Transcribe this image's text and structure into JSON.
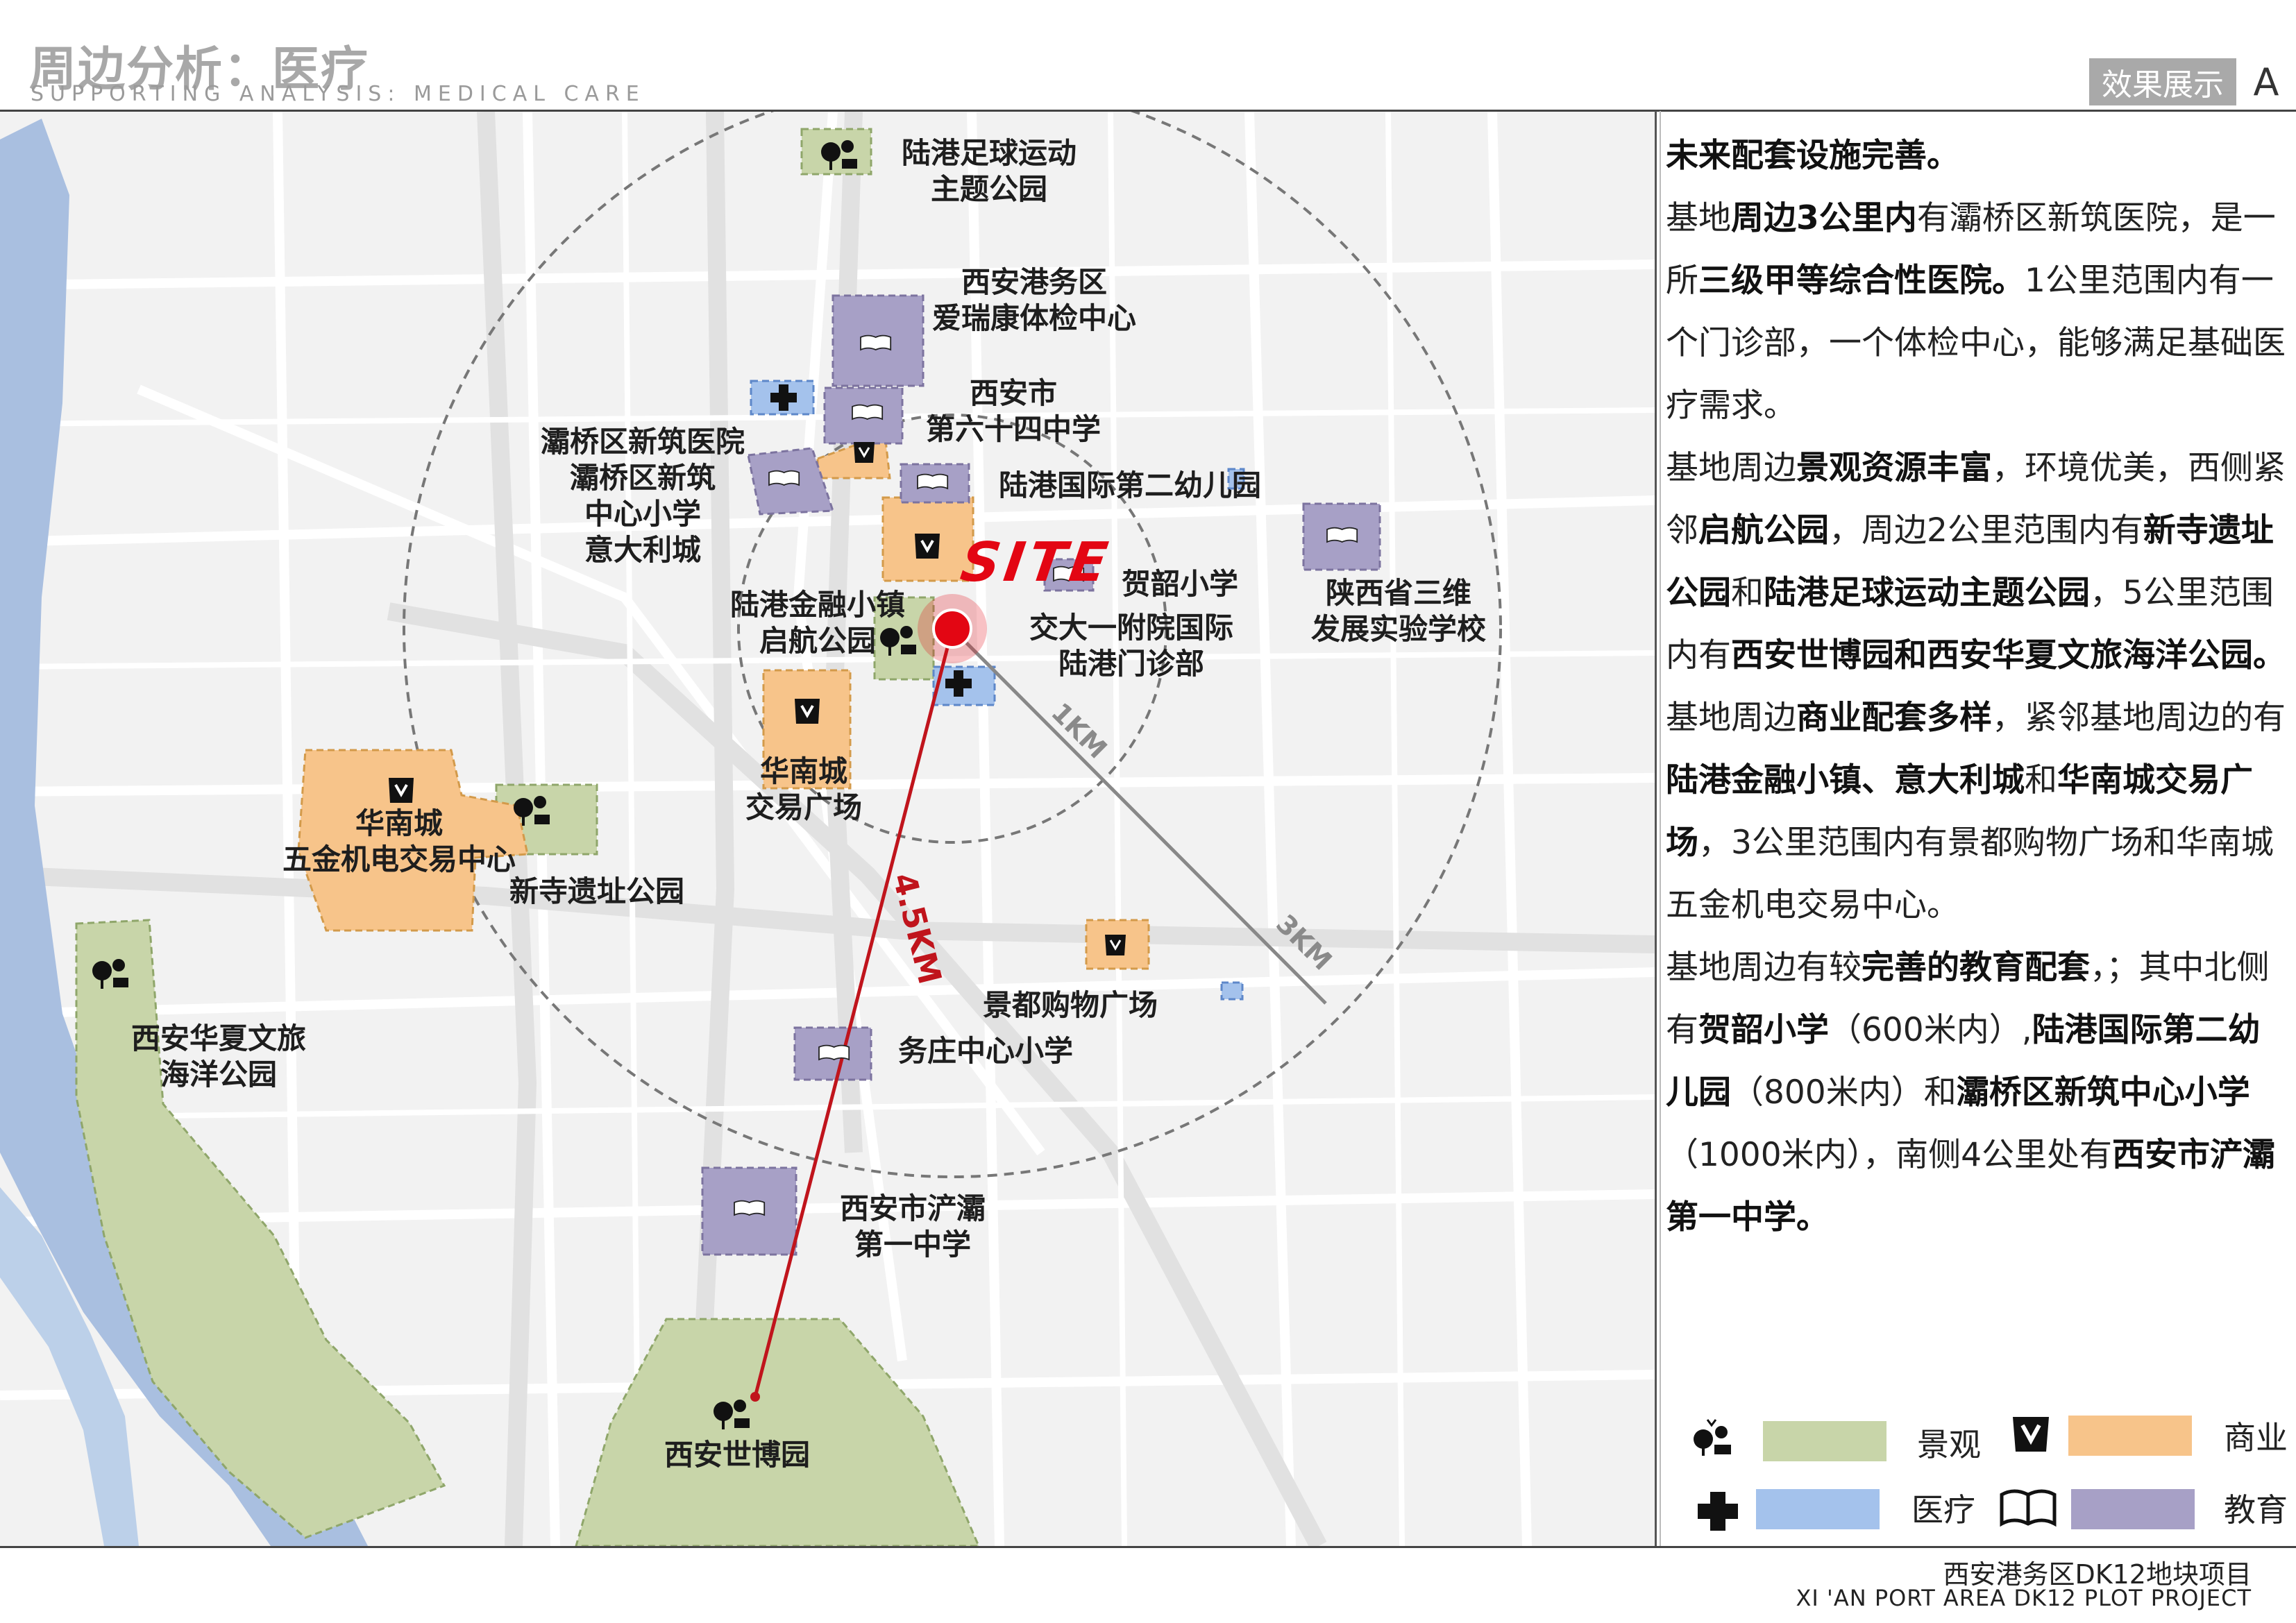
{
  "header": {
    "title_cn": "周边分析：医疗",
    "title_en": "SUPPORTING ANALYSIS: MEDICAL CARE",
    "tab": "效果展示",
    "tab_letter": "A"
  },
  "map": {
    "site_label": "SITE",
    "rings": {
      "r1": "1KM",
      "r2": "3KM",
      "line": "4.5KM"
    },
    "labels": {
      "football_park": "陆港足球运动\n主题公园",
      "irui_center": "西安港务区\n爱瑞康体检中心",
      "school_64": "西安市\n第六十四中学",
      "baqiao_hospital": "灞桥区新筑医院\n灞桥区新筑\n中心小学\n意大利城",
      "kindergarten": "陆港国际第二幼儿园",
      "heshao": "贺韶小学",
      "jiaoda": "交大一附院国际\n陆港门诊部",
      "shaanxi_school": "陕西省三维\n发展实验学校",
      "luguang_town": "陆港金融小镇\n启航公园",
      "huanan_trade": "华南城\n交易广场",
      "huanan_hardware": "华南城\n五金机电交易中心",
      "xinsi_park": "新寺遗址公园",
      "jingdu": "景都购物广场",
      "wuzhuang": "务庄中心小学",
      "ocean_park": "西安华夏文旅\n海洋公园",
      "huba_school": "西安市浐灞\n第一中学",
      "expo": "西安世博园"
    }
  },
  "panel": {
    "paragraphs": [
      [
        {
          "t": "未来配套设施完善。",
          "b": true
        }
      ],
      [
        {
          "t": "基地",
          "b": false
        },
        {
          "t": "周边3公里内",
          "b": true
        },
        {
          "t": "有灞桥区新筑医院，是一所",
          "b": false
        },
        {
          "t": "三级甲等综合性医院。",
          "b": true
        },
        {
          "t": "1公里范围内有一个门诊部，一个体检中心，能够满足基础医疗需求。",
          "b": false
        }
      ],
      [
        {
          "t": "基地周边",
          "b": false
        },
        {
          "t": "景观资源丰富",
          "b": true
        },
        {
          "t": "，环境优美，西侧紧邻",
          "b": false
        },
        {
          "t": "启航公园",
          "b": true
        },
        {
          "t": "，周边2公里范围内有",
          "b": false
        },
        {
          "t": "新寺遗址公园",
          "b": true
        },
        {
          "t": "和",
          "b": false
        },
        {
          "t": "陆港足球运动主题公园",
          "b": true
        },
        {
          "t": "，5公里范围内有",
          "b": false
        },
        {
          "t": "西安世博园和西安华夏文旅海洋公园。",
          "b": true
        }
      ],
      [
        {
          "t": "基地周边",
          "b": false
        },
        {
          "t": "商业配套多样",
          "b": true
        },
        {
          "t": "，紧邻基地周边的有",
          "b": false
        },
        {
          "t": "陆港金融小镇、意大利城",
          "b": true
        },
        {
          "t": "和",
          "b": false
        },
        {
          "t": "华南城交易广场",
          "b": true
        },
        {
          "t": "，3公里范围内有景都购物广场和华南城五金机电交易中心。",
          "b": false
        }
      ],
      [
        {
          "t": "基地周边有较",
          "b": false
        },
        {
          "t": "完善的教育配套",
          "b": true
        },
        {
          "t": "，；其中北侧有",
          "b": false
        },
        {
          "t": "贺韶小学",
          "b": true
        },
        {
          "t": "（600米内）,",
          "b": false
        },
        {
          "t": "陆港国际第二幼儿园",
          "b": true
        },
        {
          "t": "（800米内）和",
          "b": false
        },
        {
          "t": "灞桥区新筑中心小学",
          "b": true
        },
        {
          "t": "（1000米内），南侧4公里处有",
          "b": false
        },
        {
          "t": "西安市浐灞第一中学。",
          "b": true
        }
      ]
    ]
  },
  "legend": {
    "landscape": "景观",
    "commerce": "商业",
    "medical": "医疗",
    "education": "教育"
  },
  "footer": {
    "cn": "西安港务区DK12地块项目",
    "en": "XI 'AN PORT AREA DK12 PLOT PROJECT"
  },
  "colors": {
    "landscape": "#c8d5a9",
    "commerce": "#f7c48a",
    "medical": "#a4c2ec",
    "education": "#a7a0c6",
    "river": "#a9bfe0",
    "site": "#e30613"
  }
}
